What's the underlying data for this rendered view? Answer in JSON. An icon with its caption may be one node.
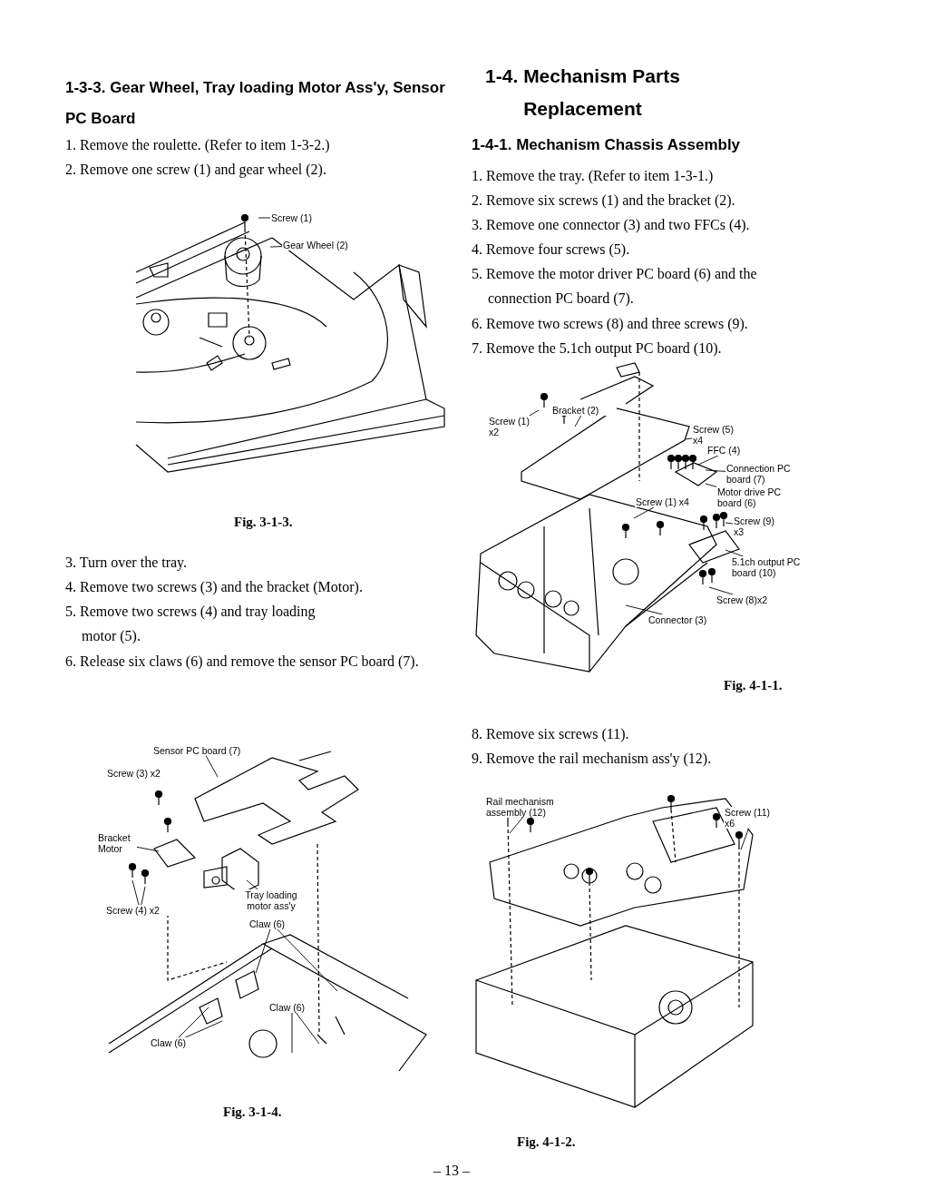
{
  "diagram": {
    "nodes": [
      {
        "text": [
          "Screw (1)"
        ]
      },
      {
        "text": [
          "Gear Wheel (2)"
        ]
      },
      {
        "text": [
          "Bracket (2)"
        ]
      },
      {
        "text": [
          "Screw (1) x2"
        ]
      },
      {
        "text": [
          "Screw (5) x4"
        ]
      },
      {
        "text": [
          "FFC (4)"
        ]
      },
      {
        "text": [
          "Connection PC board (7)"
        ]
      },
      {
        "text": [
          "Motor drive PC board (6)"
        ]
      },
      {
        "text": [
          "Screw (1) x4"
        ]
      },
      {
        "text": [
          "Screw (9) x3"
        ]
      },
      {
        "text": [
          "5.1ch output PC board (10)"
        ]
      },
      {
        "text": [
          "Screw (8)x2"
        ]
      },
      {
        "text": [
          "Connector (3)"
        ]
      },
      {
        "text": [
          "Sensor PC board (7)"
        ]
      },
      {
        "text": [
          "Bracket Motor"
        ]
      },
      {
        "text": [
          "Screw (4) x2"
        ]
      },
      {
        "text": [
          "Tray loading motor ass'y"
        ]
      },
      {
        "text": [
          "Claw (6)"
        ]
      },
      {
        "text": [
          "Claw (6)"
        ]
      },
      {
        "text": [
          "Claw (6)"
        ]
      },
      {
        "text": [
          "Rail mechanism assembly (12)"
        ]
      },
      {
        "text": [
          "Screw (11) x6"
        ]
      }
    ],
    "edges": [
      {
        "from": 0,
        "to": null,
        "arrow": "none"
      },
      {
        "from": 1,
        "to": null,
        "arrow": "none"
      },
      {
        "from": 2,
        "to": null,
        "arrow": "none"
      },
      {
        "from": 3,
        "to": null,
        "arrow": "none"
      },
      {
        "from": 4,
        "to": null,
        "arrow": "none"
      },
      {
        "from": 5,
        "to": null,
        "arrow": "none"
      },
      {
        "from": 6,
        "to": null,
        "arrow": "none"
      },
      {
        "from": 7,
        "to": null,
        "arrow": "none"
      },
      {
        "from": 8,
        "to": null,
        "arrow": "none"
      },
      {
        "from": 9,
        "to": null,
        "arrow": "none"
      },
      {
        "from": 10,
        "to": null,
        "arrow": "none"
      },
      {
        "from": 11,
        "to": null,
        "arrow": "none"
      },
      {
        "from": 12,
        "to": null,
        "arrow": "none"
      },
      {
        "from": 13,
        "to": null,
        "arrow": "none"
      },
      {
        "from": 14,
        "to": null,
        "arrow": "none"
      },
      {
        "from": 15,
        "to": null,
        "arrow": "none"
      },
      {
        "from": 15,
        "to": null,
        "arrow": "none"
      },
      {
        "from": 16,
        "to": null,
        "arrow": "none"
      },
      {
        "from": 17,
        "to": null,
        "arrow": "none"
      },
      {
        "from": 17,
        "to": null,
        "arrow": "none"
      },
      {
        "from": 18,
        "to": null,
        "arrow": "none"
      },
      {
        "from": 18,
        "to": null,
        "arrow": "none"
      },
      {
        "from": 19,
        "to": null,
        "arrow": "none"
      },
      {
        "from": 19,
        "to": null,
        "arrow": "none"
      },
      {
        "from": 20,
        "to": null,
        "arrow": "none"
      },
      {
        "from": 21,
        "to": null,
        "arrow": "none"
      }
    ],
    "labels": [
      "1-3-3. Gear Wheel, Tray loading Motor Ass'y, Sensor PC Board",
      "1. Remove the roulette. (Refer to item 1-3-2.)",
      "2. Remove one screw (1) and gear wheel (2).",
      "Fig. 3-1-3.",
      "3. Turn over the tray.",
      "4. Remove two screws (3) and the bracket (Motor).",
      "5. Remove two screws (4) and tray loading motor (5).",
      "6. Release six claws (6) and remove the sensor PC board (7).",
      "Screw (3) x2",
      "Fig. 3-1-4.",
      "1-4. Mechanism Parts Replacement",
      "1-4-1. Mechanism Chassis Assembly",
      "1. Remove the tray. (Refer to item 1-3-1.)",
      "2. Remove six screws (1) and the bracket (2).",
      "3. Remove one connector (3) and two FFCs (4).",
      "4. Remove four screws (5).",
      "5. Remove the motor driver PC board (6) and the connection PC board (7).",
      "6. Remove two screws (8) and three screws (9).",
      "7. Remove the 5.1ch output PC board (10).",
      "Fig. 4-1-1.",
      "8. Remove six screws (11).",
      "9. Remove the rail mechanism ass'y (12).",
      "Fig. 4-1-2.",
      "– 13 –"
    ]
  }
}
